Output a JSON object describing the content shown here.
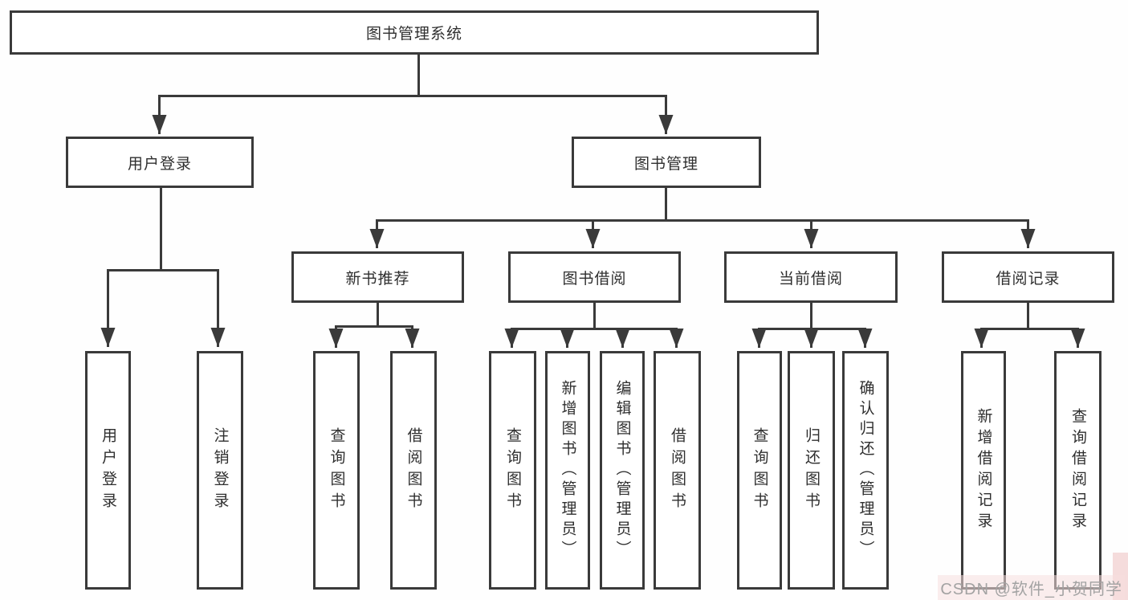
{
  "tree": {
    "label": "图书管理系统",
    "children": [
      {
        "label": "用户登录",
        "children": [
          {
            "label": "用户登录"
          },
          {
            "label": "注销登录"
          }
        ]
      },
      {
        "label": "图书管理",
        "children": [
          {
            "label": "新书推荐",
            "children": [
              {
                "label": "查询图书"
              },
              {
                "label": "借阅图书"
              }
            ]
          },
          {
            "label": "图书借阅",
            "children": [
              {
                "label": "查询图书"
              },
              {
                "label": "新增图书（管理员）"
              },
              {
                "label": "编辑图书（管理员）"
              },
              {
                "label": "借阅图书"
              }
            ]
          },
          {
            "label": "当前借阅",
            "children": [
              {
                "label": "查询图书"
              },
              {
                "label": "归还图书"
              },
              {
                "label": "确认归还（管理员）"
              }
            ]
          },
          {
            "label": "借阅记录",
            "children": [
              {
                "label": "新增借阅记录"
              },
              {
                "label": "查询借阅记录"
              }
            ]
          }
        ]
      }
    ]
  },
  "watermark": {
    "text": "CSDN @软件_小贺同学"
  },
  "colors": {
    "line": "#3a3a3a",
    "box_border": "#3a3a3a",
    "box_background": "#ffffff",
    "text": "#2f2f2f",
    "watermark_text": "#a3a3a3",
    "watermark_highlight": "#f5dcdc"
  }
}
